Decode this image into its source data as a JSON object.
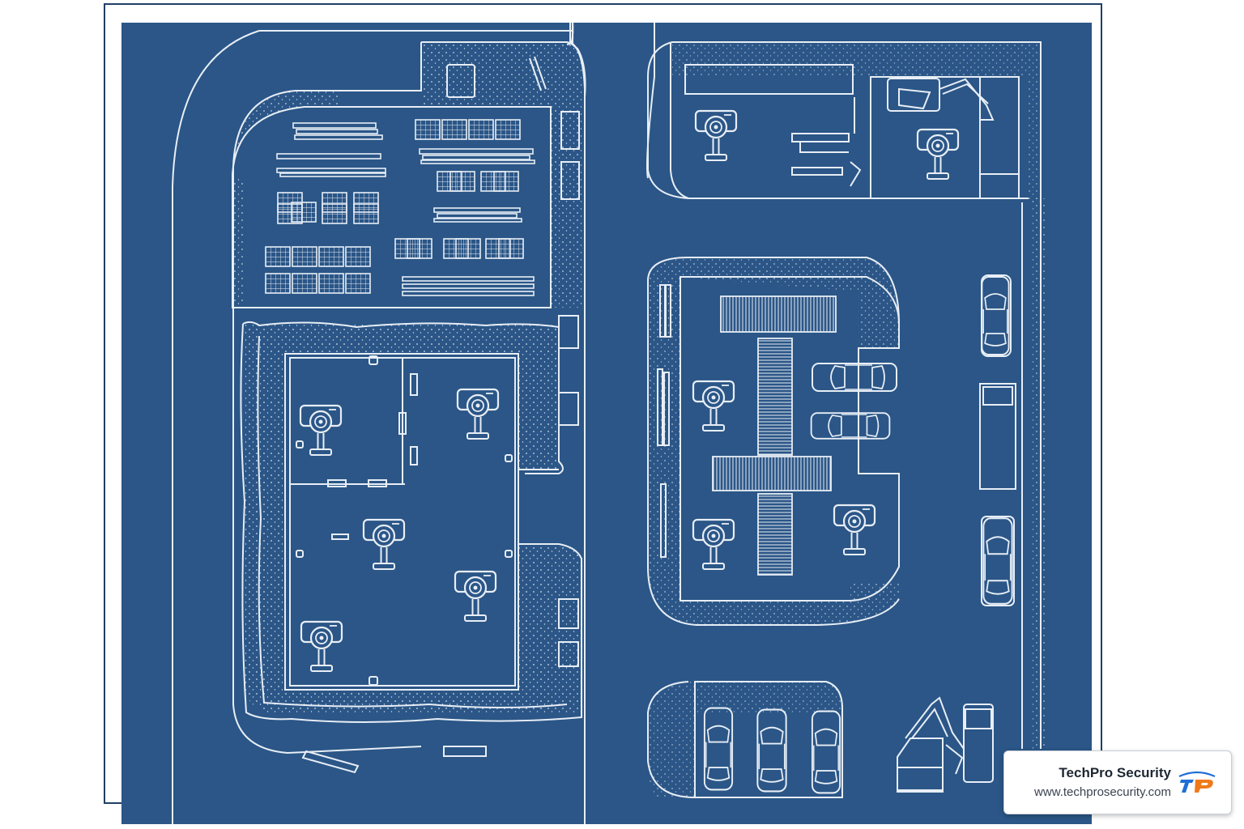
{
  "colors": {
    "blueprint": "#2b5687",
    "line": "#e8eef6",
    "frame": "#1f3f66",
    "logo_blue": "#1f6fd6",
    "logo_orange": "#f07a1a"
  },
  "diagram": {
    "icons": [
      "security-camera-icon",
      "car-icon",
      "truck-icon",
      "excavator-icon",
      "material-pallet-icon",
      "drainage-swale"
    ]
  },
  "brand": {
    "name": "TechPro Security",
    "url": "www.techprosecurity.com",
    "logo_icon": "tp-logo-icon"
  }
}
